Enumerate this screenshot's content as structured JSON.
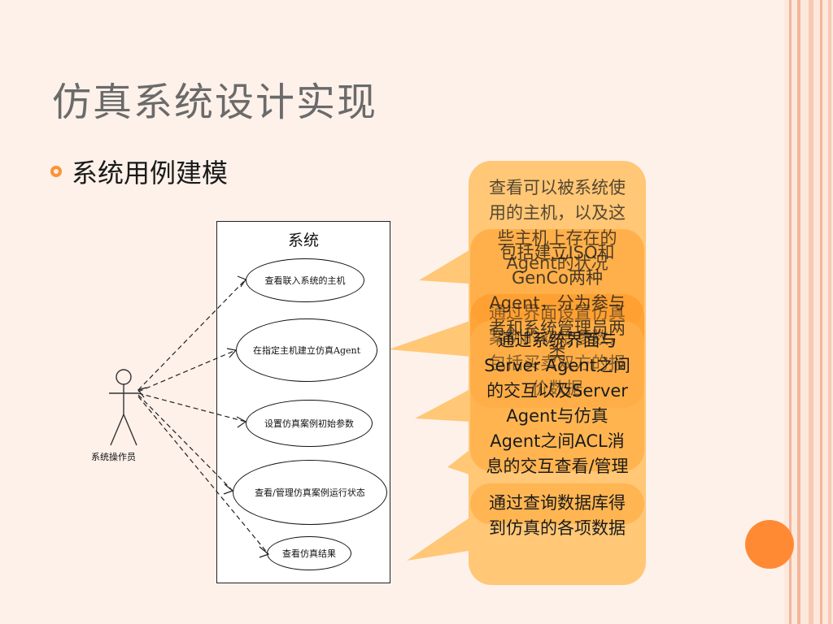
{
  "slide": {
    "title": "仿真系统设计实现",
    "bullet": "系统用例建模"
  },
  "diagram": {
    "system_label": "系统",
    "actor_label": "系统操作员",
    "use_cases": [
      "查看联入系统的主机",
      "在指定主机建立仿真Agent",
      "设置仿真案例初始参数",
      "查看/管理仿真案例运行状态",
      "查看仿真结果"
    ]
  },
  "callouts": {
    "c1": "查看可以被系统使用的主机，以及这些主机上存在的Agent的状况",
    "c2": "包括建立ISO和GenCo两种Agent，分为参与者和系统管理员两类",
    "c3": "通过界面设置仿真案例的初始参数，包括买卖双方的报价数据",
    "c4": "通过系统界面与Server Agent之间的交互以及Server Agent与仿真Agent之间ACL消息的交互查看/管理",
    "c5": "通过查询数据库得到仿真的各项数据"
  },
  "colors": {
    "accent": "#ff9133",
    "callout_fill": "#ffc776",
    "callout_dark": "#ffa030",
    "background": "#fdf1ea"
  }
}
